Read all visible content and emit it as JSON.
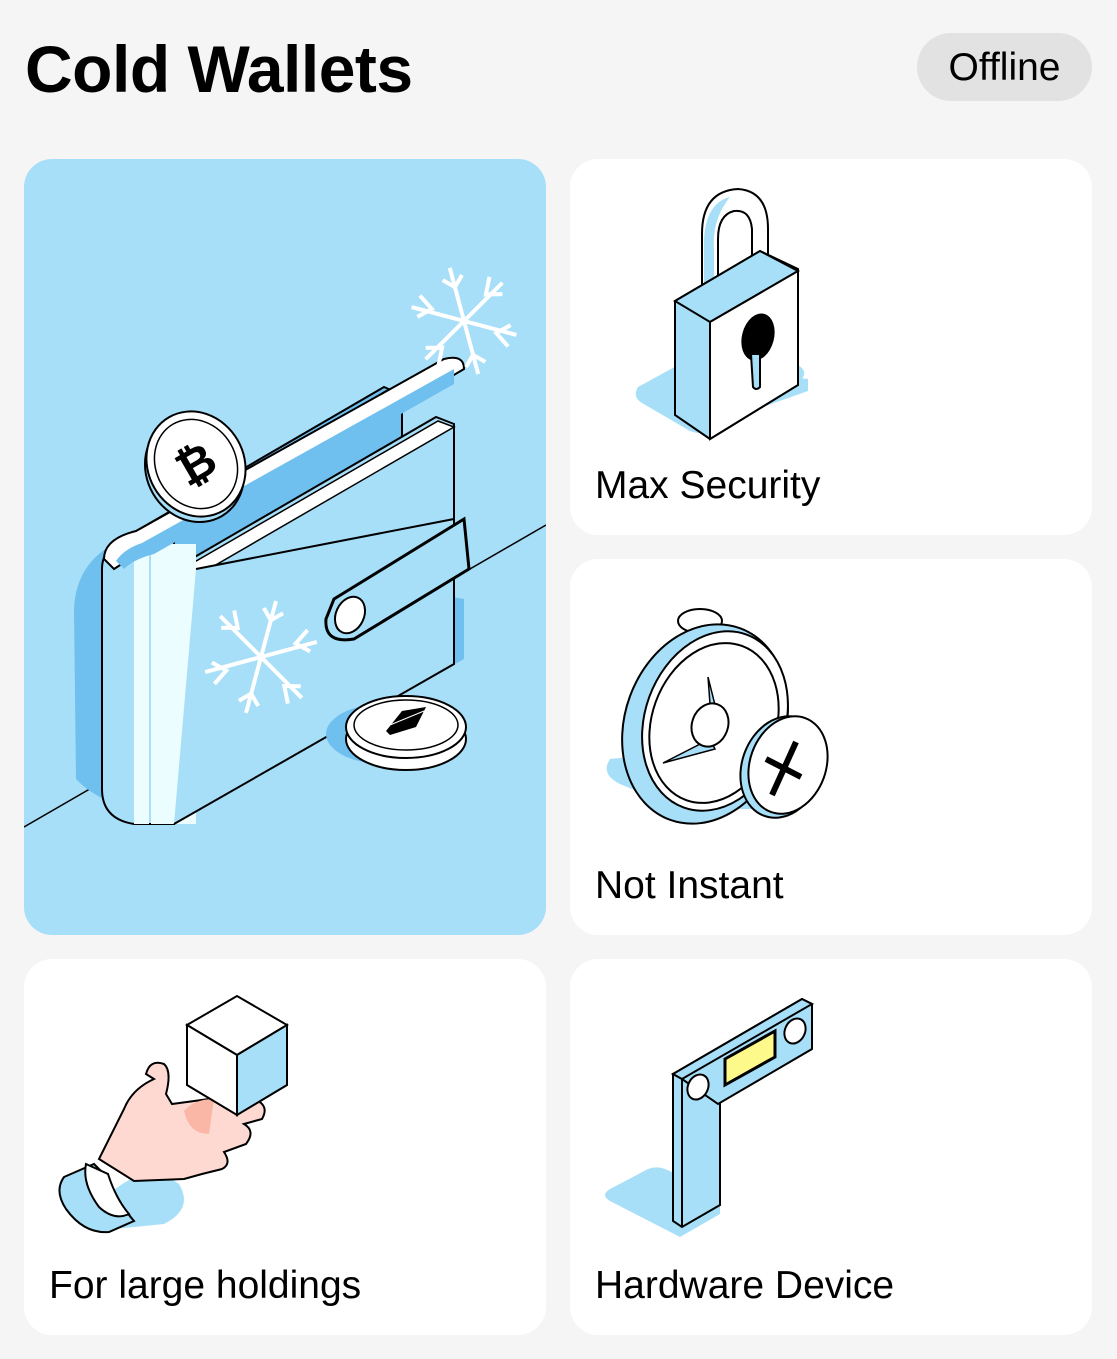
{
  "header": {
    "title": "Cold Wallets",
    "status_badge": "Offline"
  },
  "cards": [
    {
      "id": "hero",
      "label": "",
      "illustration": "wallet-with-coins-icon",
      "background": "#a8dff8"
    },
    {
      "id": "security",
      "label": "Max Security",
      "illustration": "padlock-icon"
    },
    {
      "id": "speed",
      "label": "Not Instant",
      "illustration": "stopwatch-with-x-icon"
    },
    {
      "id": "holdings",
      "label": "For large holdings",
      "illustration": "hand-holding-cube-icon"
    },
    {
      "id": "hardware",
      "label": "Hardware Device",
      "illustration": "hardware-usb-device-icon"
    }
  ],
  "colors": {
    "page_bg": "#f5f5f5",
    "card_bg": "#ffffff",
    "hero_bg": "#a8dff8",
    "accent_blue": "#6fbfef",
    "light_blue": "#a8dff8",
    "badge_bg": "#e2e2e2",
    "screen_yellow": "#fdf98a",
    "skin": "#fdd9d1",
    "skin_shadow": "#fbb7a6"
  }
}
